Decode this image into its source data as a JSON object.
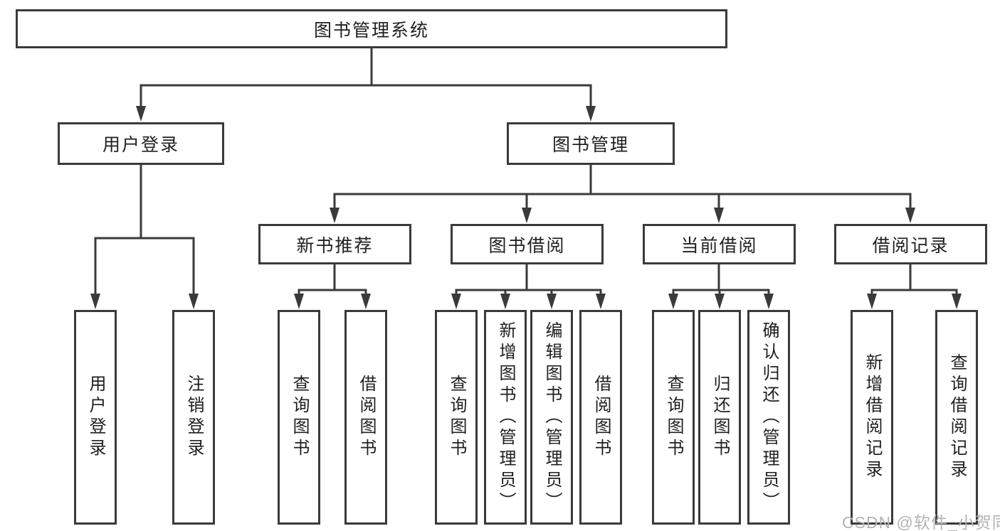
{
  "colors": {
    "line": "#3a3a3c",
    "text": "#1f1f1f",
    "watermark": "#b3b3b3",
    "background": "#ffffff"
  },
  "watermark": "CSDN @软件_小贺同学",
  "diagram": {
    "title": "图书管理系统",
    "branches": [
      {
        "label": "用户登录",
        "children": [
          {
            "label": "用户登录"
          },
          {
            "label": "注销登录"
          }
        ]
      },
      {
        "label": "图书管理",
        "children": [
          {
            "label": "新书推荐",
            "children": [
              {
                "label": "查询图书"
              },
              {
                "label": "借阅图书"
              }
            ]
          },
          {
            "label": "图书借阅",
            "children": [
              {
                "label": "查询图书"
              },
              {
                "label": "新增图书（管理员）"
              },
              {
                "label": "编辑图书（管理员）"
              },
              {
                "label": "借阅图书"
              }
            ]
          },
          {
            "label": "当前借阅",
            "children": [
              {
                "label": "查询图书"
              },
              {
                "label": "归还图书"
              },
              {
                "label": "确认归还（管理员）"
              }
            ]
          },
          {
            "label": "借阅记录",
            "children": [
              {
                "label": "新增借阅记录"
              },
              {
                "label": "查询借阅记录"
              }
            ]
          }
        ]
      }
    ]
  }
}
